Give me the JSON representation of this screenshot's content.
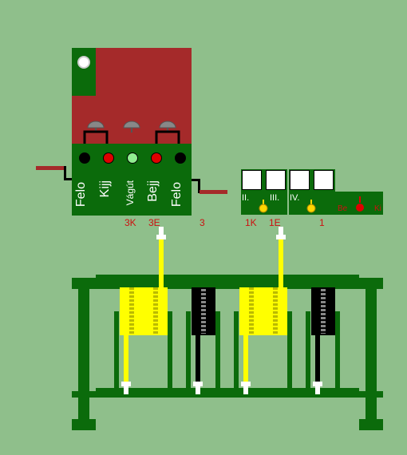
{
  "panel": {
    "labels": [
      "Felo",
      "Kijj",
      "Vágút",
      "Bejj",
      "Felo"
    ],
    "lamps": [
      {
        "color": "#000000"
      },
      {
        "color": "#e00000"
      },
      {
        "color": "#90ee90"
      },
      {
        "color": "#e00000"
      },
      {
        "color": "#000000"
      }
    ]
  },
  "codes": {
    "c3k": "3K",
    "c3e": "3E",
    "c3": "3",
    "c1k": "1K",
    "c1e": "1E",
    "c1": "1"
  },
  "switches": {
    "ii": "II.",
    "iii": "III.",
    "iv": "IV.",
    "be": "Be",
    "ki": "Ki"
  },
  "colors": {
    "bg": "#8fbf8b",
    "frame_green": "#0b6b0b",
    "panel_red": "#a52a2a",
    "active_yellow": "#ffff00",
    "inactive_black": "#000000"
  }
}
